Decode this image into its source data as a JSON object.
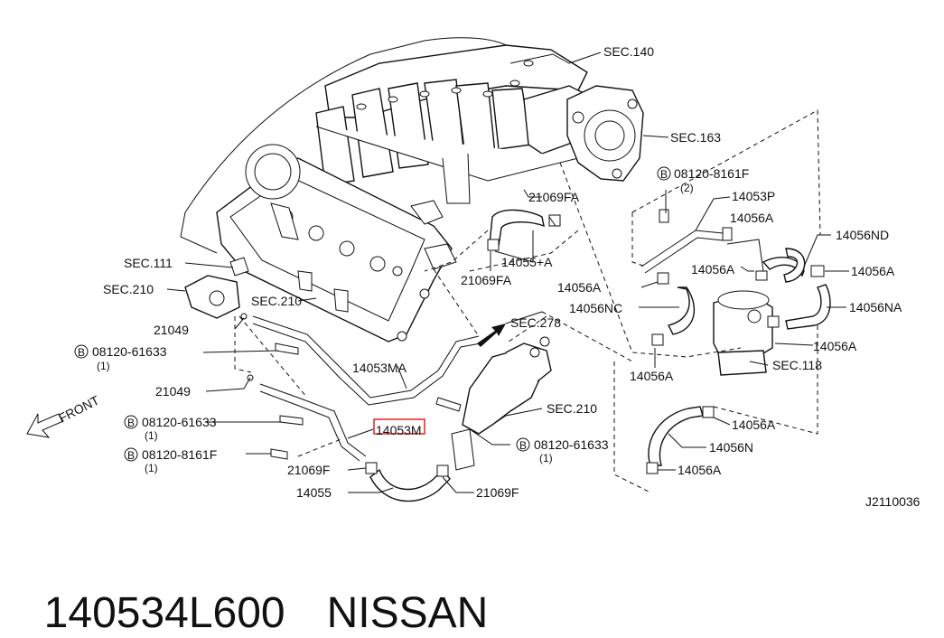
{
  "diagram": {
    "labels": {
      "sec140": "SEC.140",
      "sec163": "SEC.163",
      "b_8161f_top": "08120-8161F",
      "b_8161f_top_qty": "(2)",
      "p14053p": "14053P",
      "p21069fa_top": "21069FA",
      "p14056a_1": "14056A",
      "p14056nd": "14056ND",
      "p14056a_2": "14056A",
      "p14056a_3": "14056A",
      "sec111": "SEC.111",
      "p14055a": "14055+A",
      "sec210_left": "SEC.210",
      "p21069fa_mid": "21069FA",
      "p14056a_4": "14056A",
      "sec210_mid": "SEC.210",
      "p14056nc": "14056NC",
      "p14056na": "14056NA",
      "p21049_1": "21049",
      "sec278": "SEC.278",
      "p14056a_5": "14056A",
      "b_61633_1": "08120-61633",
      "b_61633_1_qty": "(1)",
      "sec118": "SEC.118",
      "p14053ma": "14053MA",
      "p14056a_6": "14056A",
      "p21049_2": "21049",
      "sec210_low": "SEC.210",
      "front": "FRONT",
      "b_61633_2": "08120-61633",
      "b_61633_2_qty": "(1)",
      "p14053m": "14053M",
      "p14056a_7": "14056A",
      "b_61633_3": "08120-61633",
      "b_61633_3_qty": "(1)",
      "p14056n": "14056N",
      "b_8161f_low": "08120-8161F",
      "b_8161f_low_qty": "(1)",
      "p21069f_1": "21069F",
      "p14056a_8": "14056A",
      "p14055": "14055",
      "p21069f_2": "21069F",
      "drawing_code": "J2110036",
      "bolt_mark": "B"
    },
    "highlight_color": "#e8312c"
  },
  "footer": {
    "part_number": "140534L600",
    "brand": "NISSAN"
  }
}
